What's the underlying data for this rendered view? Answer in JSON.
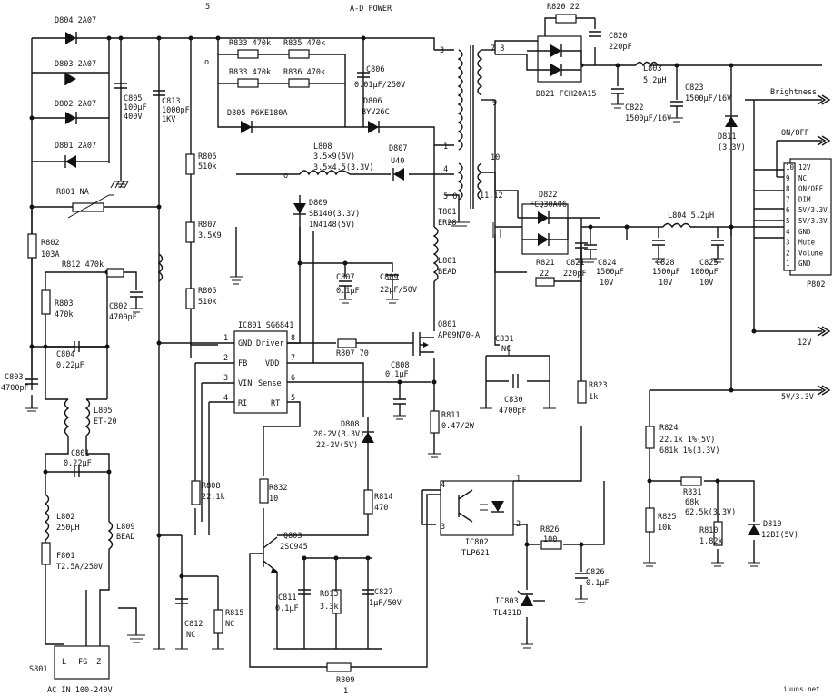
{
  "title": "A-D POWER",
  "watermark": "iuuns.net",
  "labels": {
    "d804": "D804 2A07",
    "d803": "D803 2A07",
    "d802": "D802 2A07",
    "d801": "D801 2A07",
    "c805": "C805",
    "c805v": "100µF",
    "c805r": "400V",
    "c813": "C813",
    "c813v": "1000pF",
    "c813r": "1KV",
    "r833a": "R833 470k",
    "r835": "R835 470k",
    "r833b": "R833 470k",
    "r836": "R836 470k",
    "c806": "C806",
    "c806v": "0.01µF/250V",
    "d805": "D805 P6KE180A",
    "d806": "D806",
    "d806p": "BYV26C",
    "r806": "R806",
    "r806v": "510k",
    "r801": "R801 NA",
    "r802": "R802",
    "r802v": "103A",
    "r812": "R812 470k",
    "r803": "R803",
    "r803v": "470k",
    "c802": "C802",
    "c802v": "4700pF",
    "c804": "C804",
    "c804v": "0.22µF",
    "c803": "C803",
    "c803v": "4700pF",
    "l805": "L805",
    "l805p": "ET-20",
    "c801": "C801",
    "c801v": "0.22µF",
    "l802": "L802",
    "l802v": "250µH",
    "l809": "L809",
    "l809p": "BEAD",
    "f801": "F801",
    "f801v": "T2.5A/250V",
    "s801": "S801",
    "ac_l": "L",
    "ac_fg": "FG",
    "ac_z": "Z",
    "ac_in": "AC IN 100-240V",
    "r807a": "R807",
    "r807av": "3.5X9",
    "r805": "R805",
    "r805v": "510k",
    "l808": "L808",
    "l808a": "3.5×9(5V)",
    "l808b": "3.5×4.5(3.3V)",
    "d807": "D807",
    "d807p": "U40",
    "d809": "D809",
    "d809a": "SB140(3.3V)",
    "d809b": "1N4148(5V)",
    "c807": "C807",
    "c807v": "0.1µF",
    "c809": "C809",
    "c809v": "22µF/50V",
    "l801": "L801",
    "l801p": "BEAD",
    "ic801": "IC801 SG6841",
    "ic_gnd": "GND",
    "ic_driver": "Driver",
    "ic_fb": "FB",
    "ic_vdd": "VDD",
    "ic_vin": "VIN",
    "ic_sense": "Sense",
    "ic_ri": "RI",
    "ic_rt": "RT",
    "p1": "1",
    "p2": "2",
    "p3": "3",
    "p4": "4",
    "p5": "5",
    "p6": "6",
    "p7": "7",
    "p8": "8",
    "r807b": "R807 70",
    "q801": "Q801",
    "q801p": "AP09N70-A",
    "c808": "C808",
    "c808v": "0.1µF",
    "r811": "R811",
    "r811v": "0.47/2W",
    "c831": "C831",
    "c831v": "NC",
    "c830": "C830",
    "c830v": "4700pF",
    "d808": "D808",
    "d808a": "20-2V(3.3V)",
    "d808b": "22-2V(5V)",
    "r808": "R808",
    "r808v": "22.1k",
    "r832": "R832",
    "r832v": "10",
    "r814": "R814",
    "r814v": "470",
    "q803": "Q803",
    "q803p": "2SC945",
    "c811": "C811",
    "c811v": "0.1µF",
    "r813": "R813",
    "r813v": "3.3k",
    "c827": "C827",
    "c827v": "1µF/50V",
    "c812": "C812",
    "c812v": "NC",
    "r815": "R815",
    "r815v": "NC",
    "r809": "R809",
    "r809n": "1",
    "t801": "T801",
    "t801p": "ER28",
    "t_3": "3",
    "t_1": "1",
    "t_4": "4",
    "t_5": "5 O",
    "t_78": "7 8",
    "t_9": "9",
    "t_10": "10",
    "t_1112": "11,12",
    "r820": "R820 22",
    "c820": "C820",
    "c820v": "220pF",
    "d821": "D821 FCH20A15",
    "l803": "L803",
    "l803v": "5.2µH",
    "c823": "C823",
    "c823v": "1500µF/16V",
    "c822": "C822",
    "c822v": "1500µF/16V",
    "d811": "D811",
    "d811v": "(3.3V)",
    "d822": "D822",
    "d822p": "FCQ30A06",
    "r821": "R821",
    "r821v": "22",
    "c821": "C821",
    "c821v": "220pF",
    "l804": "L804 5.2µH",
    "c824": "C824",
    "c824v": "1500µF",
    "c824r": "10V",
    "c828": "C828",
    "c828v": "1500µF",
    "c828r": "10V",
    "c825": "C825",
    "c825v": "1000µF",
    "c825r": "10V",
    "p802": "P802",
    "p802_pins": [
      "10",
      "9",
      "8",
      "7",
      "6",
      "5",
      "4",
      "3",
      "2",
      "1"
    ],
    "p802_names": [
      "12V",
      "NC",
      "ON/OFF",
      "DIM",
      "5V/3.3V",
      "5V/3.3V",
      "GND",
      "Mute",
      "Volume",
      "GND"
    ],
    "brightness": "Brightness",
    "onoff": "ON/OFF",
    "out12v": "12V",
    "out5v": "5V/3.3V",
    "r823": "R823",
    "r823v": "1k",
    "r824": "R824",
    "r824a": "22.1k 1%(5V)",
    "r824b": "681k 1%(3.3V)",
    "r831": "R831",
    "r831a": "68k",
    "r831b": "62.5k(3.3V)",
    "r825": "R825",
    "r825v": "10k",
    "r810": "R810",
    "r810v": "1.82k",
    "d810": "D810",
    "d810v": "12BI(5V)",
    "ic802": "IC802",
    "ic802p": "TLP621",
    "o_4": "4",
    "o_3": "3",
    "o_1": "1",
    "o_2": "2",
    "r826": "R826",
    "r826v": "100",
    "c826": "C826",
    "c826v": "0.1µF",
    "ic803": "IC803",
    "ic803p": "TL431D",
    "note5": "5",
    "dot_mark": "ο"
  }
}
